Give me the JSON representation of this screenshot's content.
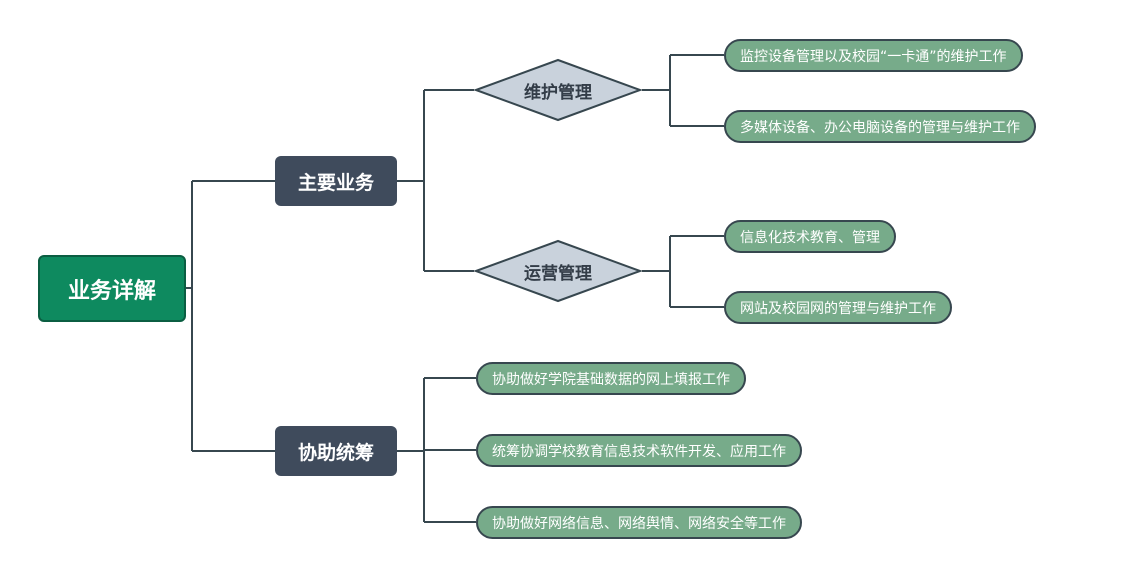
{
  "root": {
    "label": "业务详解"
  },
  "branches": [
    {
      "label": "主要业务",
      "subcategories": [
        {
          "label": "维护管理",
          "items": [
            "监控设备管理以及校园“一卡通”的维护工作",
            "多媒体设备、办公电脑设备的管理与维护工作"
          ]
        },
        {
          "label": "运营管理",
          "items": [
            "信息化技术教育、管理",
            "网站及校园网的管理与维护工作"
          ]
        }
      ]
    },
    {
      "label": "协助统筹",
      "items": [
        "协助做好学院基础数据的网上填报工作",
        "统筹协调学校教育信息技术软件开发、应用工作",
        "协助做好网络信息、网络舆情、网络安全等工作"
      ]
    }
  ],
  "colors": {
    "root_fill": "#0e8a5f",
    "branch_fill": "#3f4b5c",
    "diamond_fill": "#c9d2dc",
    "leaf_fill": "#77ab8a",
    "line": "#37474f"
  }
}
